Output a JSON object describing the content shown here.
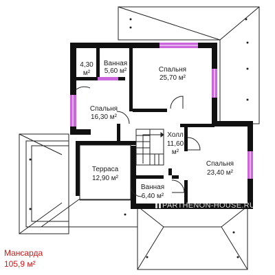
{
  "plan": {
    "floor_name": "Мансарда",
    "floor_area": "105,9 м²",
    "watermark": "PARTHENON-HOUSE.RU",
    "colors": {
      "wall": "#111111",
      "window": "#cc66dd",
      "roof_line": "#222222",
      "floor_label": "#d01818"
    },
    "rooms": {
      "small_room": {
        "name": "",
        "area": "4,30 м²"
      },
      "bath_top": {
        "name": "Ванная",
        "area": "5,60 м²"
      },
      "bedroom_ne": {
        "name": "Спальня",
        "area": "25,70 м²"
      },
      "bedroom_w": {
        "name": "Спальня",
        "area": "16,30 м²"
      },
      "hall": {
        "name": "Холл",
        "area": "11,60 м²"
      },
      "terrace": {
        "name": "Терраса",
        "area": "12,90 м²"
      },
      "bath_bottom": {
        "name": "Ванная",
        "area": "6,40 м²"
      },
      "bedroom_se": {
        "name": "Спальня",
        "area": "23,40 м²"
      }
    }
  }
}
